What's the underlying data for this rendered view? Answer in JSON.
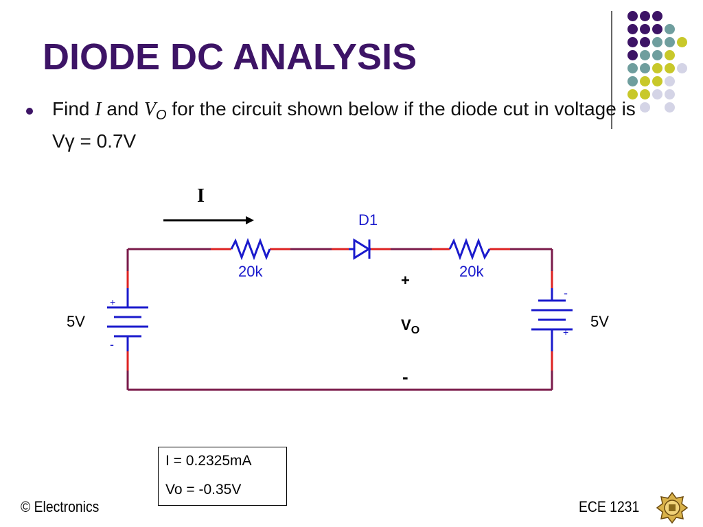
{
  "slide": {
    "title": "DIODE DC ANALYSIS",
    "bullet": {
      "find": "Find ",
      "var_i": "I",
      "and": " and ",
      "var_v": "V",
      "sub_o": "O",
      "rest": " for the circuit shown below if the diode cut in voltage is Vγ = 0.7V"
    }
  },
  "circuit": {
    "current_label": "I",
    "diode_label": "D1",
    "resistor_left_label": "20k",
    "resistor_right_label": "20k",
    "source_left_label": "5V",
    "source_right_label": "5V",
    "vo_plus": "+",
    "vo_label": "V",
    "vo_sub": "O",
    "vo_minus": "-",
    "left_src_plus": "+",
    "left_src_minus": "-",
    "right_src_minus": "-",
    "right_src_plus": "+"
  },
  "answer": {
    "line1": "I = 0.2325mA",
    "line2": "Vo = -0.35V"
  },
  "footer": {
    "left": "© Electronics",
    "right": "ECE 1231"
  },
  "colors": {
    "title": "#3d1466",
    "wire": "#7a1a4a",
    "terminal": "#dd2222",
    "component": "#1a1acc",
    "dot_purple": "#3d1466",
    "dot_teal": "#6f9e9e",
    "dot_yellow": "#c8c82a",
    "dot_lavender": "#d4d4e6"
  }
}
